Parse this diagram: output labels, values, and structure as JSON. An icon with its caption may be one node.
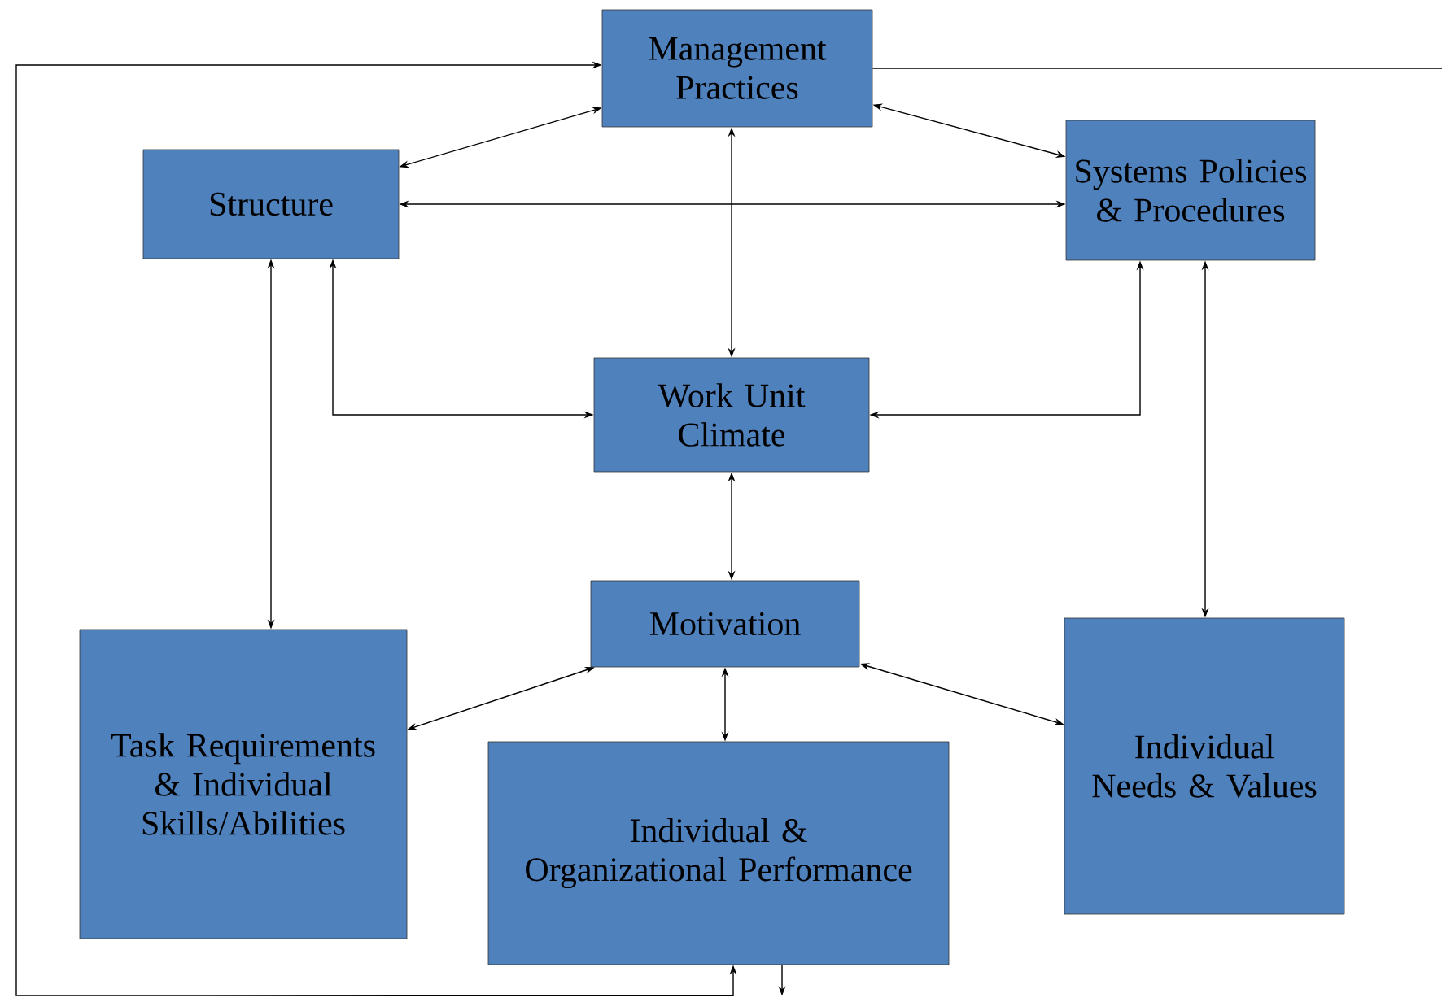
{
  "diagram": {
    "nodes": [
      {
        "text": [
          "Management Practices"
        ]
      },
      {
        "text": [
          "Structure"
        ]
      },
      {
        "text": [
          "Systems Policies & Procedures"
        ]
      },
      {
        "text": [
          "Work Unit Climate"
        ]
      },
      {
        "text": [
          "Motivation"
        ]
      },
      {
        "text": [
          "Task Requirements & Individual Skills/Abilities"
        ]
      },
      {
        "text": [
          "Individual & Organizational Performance"
        ]
      },
      {
        "text": [
          "Individual Needs & Values"
        ]
      }
    ],
    "edges": [
      {
        "from": 0,
        "to": 1,
        "arrow": "both"
      },
      {
        "from": 0,
        "to": 2,
        "arrow": "both"
      },
      {
        "from": 1,
        "to": 2,
        "arrow": "both"
      },
      {
        "from": 0,
        "to": 3,
        "arrow": "both"
      },
      {
        "from": 1,
        "to": 3,
        "arrow": "both"
      },
      {
        "from": 2,
        "to": 3,
        "arrow": "both"
      },
      {
        "from": 1,
        "to": 5,
        "arrow": "both"
      },
      {
        "from": 2,
        "to": 7,
        "arrow": "both"
      },
      {
        "from": 3,
        "to": 4,
        "arrow": "both"
      },
      {
        "from": 4,
        "to": 5,
        "arrow": "both"
      },
      {
        "from": 4,
        "to": 7,
        "arrow": "both"
      },
      {
        "from": 4,
        "to": 6,
        "arrow": "both"
      },
      {
        "from": 6,
        "to": 0,
        "arrow": "both"
      },
      {
        "from": 6,
        "to": null,
        "arrow": "to"
      },
      {
        "from": 0,
        "to": null,
        "arrow": "none"
      }
    ]
  }
}
